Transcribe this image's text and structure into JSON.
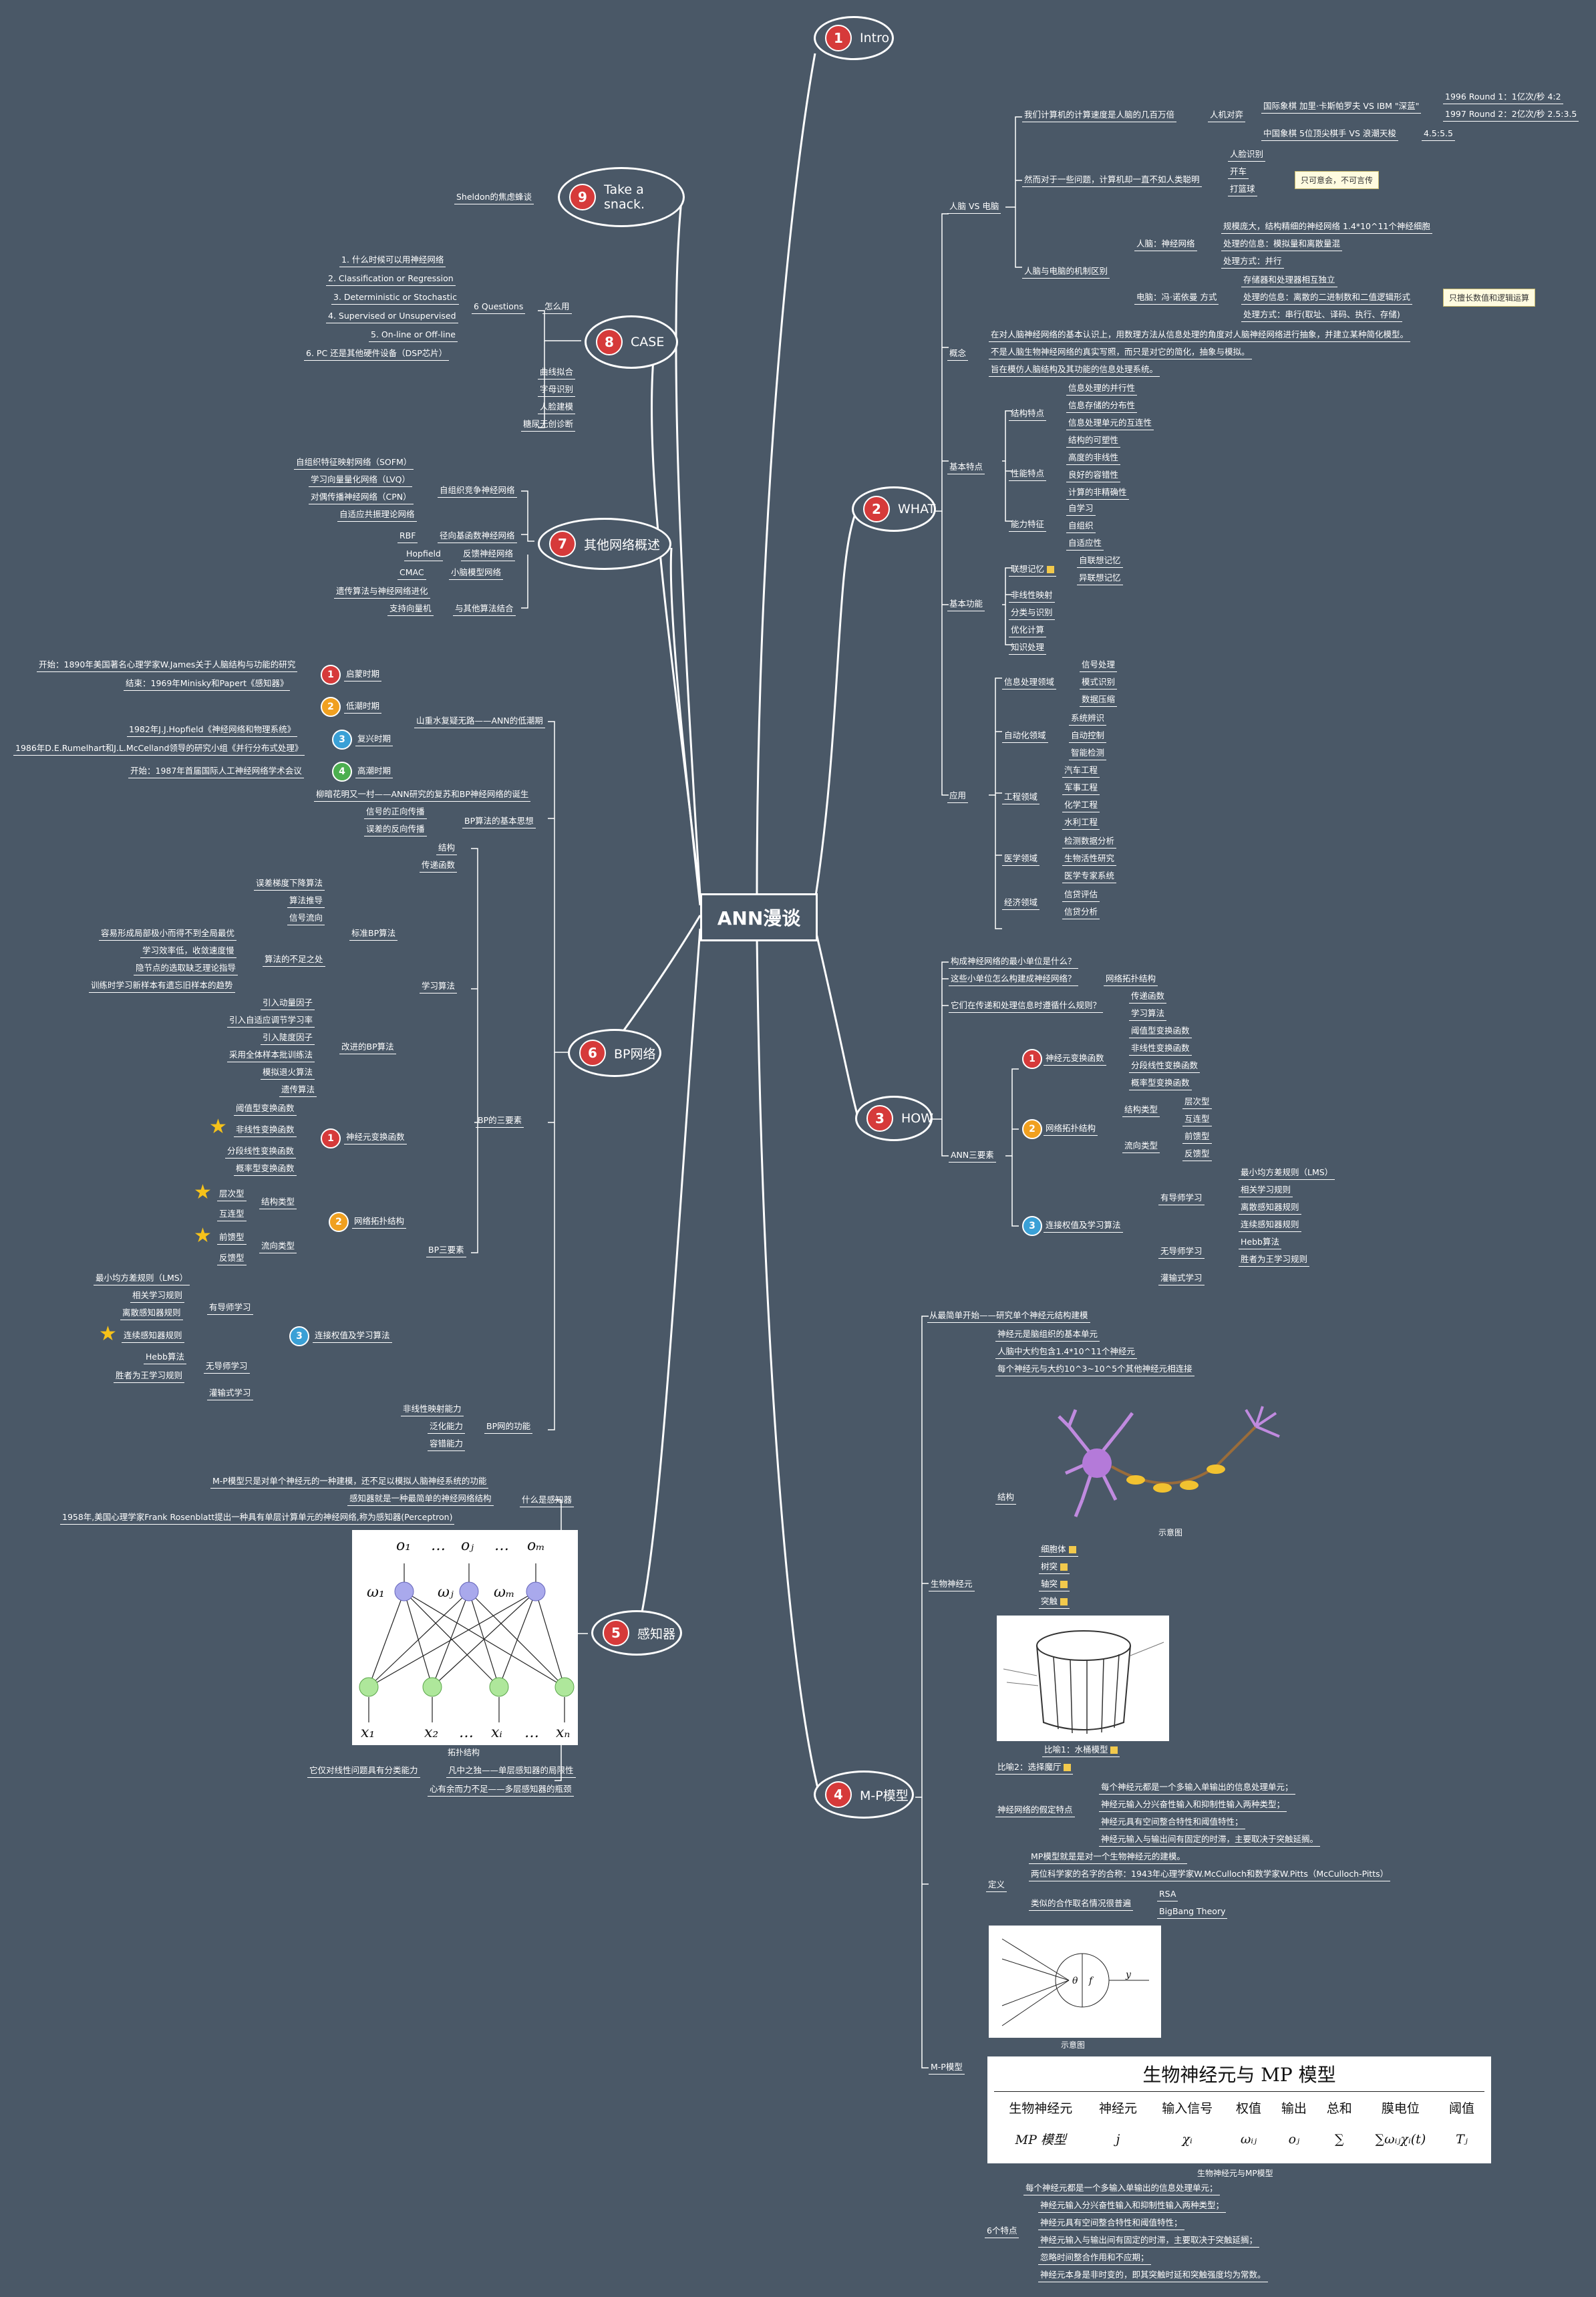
{
  "center": "ANN漫谈",
  "topics": [
    {
      "num": "1",
      "label": "Intro"
    },
    {
      "num": "2",
      "label": "WHAT"
    },
    {
      "num": "3",
      "label": "HOW"
    },
    {
      "num": "4",
      "label": "M-P模型"
    },
    {
      "num": "5",
      "label": "感知器"
    },
    {
      "num": "6",
      "label": "BP网络"
    },
    {
      "num": "7",
      "label": "其他网络概述"
    },
    {
      "num": "8",
      "label": "CASE"
    },
    {
      "num": "9",
      "label": "Take a snack."
    }
  ],
  "snack": {
    "item": "Sheldon的焦虑蜂谈"
  },
  "case": {
    "how": "怎么用",
    "q6": "6 Questions",
    "questions": [
      "1. 什么时候可以用神经网络",
      "2. Classification or Regression",
      "3. Deterministic or Stochastic",
      "4. Supervised or Unsupervised",
      "5. On-line or Off-line",
      "6. PC 还是其他硬件设备（DSP芯片）"
    ],
    "examples": [
      "曲线拟合",
      "字母识别",
      "人脸建模",
      "糖尿无创诊断"
    ]
  },
  "other": {
    "compete": "自组织竞争神经网络",
    "compete_items": [
      "自组织特征映射网络（SOFM）",
      "学习向量量化网络（LVQ）",
      "对偶传播神经网络（CPN）",
      "自适应共振理论网络"
    ],
    "rbf": "RBF",
    "rbf_l": "径向基函数神经网络",
    "hop": "Hopfield",
    "hop_l": "反馈神经网络",
    "cmac": "CMAC",
    "cmac_l": "小脑模型网络",
    "ga": "遗传算法与神经网络进化",
    "svm": "支持向量机",
    "combine": "与其他算法结合"
  },
  "history": {
    "title": "山重水复疑无路——ANN的低潮期",
    "periods": [
      "启蒙时期",
      "低潮时期",
      "复兴时期",
      "高潮时期"
    ],
    "p1": "开始：1890年美国著名心理学家W.James关于人脑结构与功能的研究",
    "p2": "结束：1969年Minisky和Papert《感知器》",
    "p3a": "1982年J.J.Hopfield《神经网络和物理系统》",
    "p3b": "1986年D.E.Rumelhart和J.L.McCelland领导的研究小组《并行分布式处理》",
    "p4": "开始：1987年首届国际人工神经网络学术会议",
    "bloom": "柳暗花明又一村——ANN研究的复苏和BP神经网络的诞生"
  },
  "bp": {
    "basic": "BP算法的基本思想",
    "fwd": "信号的正向传播",
    "bwd": "误差的反向传播",
    "elements": "BP的三要素",
    "structure": "结构",
    "transfer": "传递函数",
    "learning": "学习算法",
    "std": "标准BP算法",
    "std_items": [
      "误差梯度下降算法",
      "算法推导",
      "信号流向"
    ],
    "flaw": "算法的不足之处",
    "flaw_items": [
      "容易形成局部极小而得不到全局最优",
      "学习效率低，收敛速度慢",
      "隐节点的选取缺乏理论指导",
      "训练时学习新样本有遗忘旧样本的趋势"
    ],
    "improved": "改进的BP算法",
    "improved_items": [
      "引入动量因子",
      "引入自适应调节学习率",
      "引入陡度因子",
      "采用全体样本批训练法",
      "模拟退火算法",
      "遗传算法"
    ],
    "three": "BP三要素",
    "f1": "神经元变换函数",
    "f1_items": [
      "阈值型变换函数",
      "非线性变换函数",
      "分段线性变换函数",
      "概率型变换函数"
    ],
    "f2": "网络拓扑结构",
    "f2_struct": "结构类型",
    "f2_struct_items": [
      "层次型",
      "互连型"
    ],
    "f2_flow": "流向类型",
    "f2_flow_items": [
      "前馈型",
      "反馈型"
    ],
    "f3": "连接权值及学习算法",
    "sup": "有导师学习",
    "sup_items": [
      "最小均方差规则（LMS）",
      "相关学习规则",
      "离散感知器规则",
      "连续感知器规则"
    ],
    "unsup": "无导师学习",
    "unsup_items": [
      "Hebb算法",
      "胜者为王学习规则"
    ],
    "reinf": "灌输式学习",
    "ability": "BP网的功能",
    "ability_items": [
      "非线性映射能力",
      "泛化能力",
      "容错能力"
    ]
  },
  "perceptron": {
    "what": "什么是感知器",
    "w1": "M-P模型只是对单个神经元的一种建模，还不足以模拟人脑神经系统的功能",
    "w2": "感知器就是一种最简单的神经网络结构",
    "w3": "1958年,美国心理学家Frank Rosenblatt提出一种具有单层计算单元的神经网络,称为感知器(Perceptron)",
    "topo": "拓扑结构",
    "lim1": "它仅对线性问题具有分类能力",
    "lim1b": "凡中之独——单层感知器的局限性",
    "lim2": "心有余而力不足——多层感知器的瓶颈",
    "o": [
      "o₁",
      "…",
      "oⱼ",
      "…",
      "oₘ"
    ],
    "w": [
      "ω₁",
      "ωⱼ",
      "ωₘ"
    ],
    "x": [
      "x₁",
      "x₂",
      "…",
      "xᵢ",
      "…",
      "xₙ"
    ]
  },
  "intro": {
    "cmp": "人脑 VS 电脑",
    "speed": "我们计算机的计算速度是人脑的几百万倍",
    "chess": "人机对弈",
    "c1": "国际象棋 加里·卡斯帕罗夫 VS IBM \"深蓝\"",
    "r1": "1996 Round 1：1亿次/秒 4:2",
    "r2": "1997 Round 2：2亿次/秒 2.5:3.5",
    "c2": "中国象棋 5位顶尖棋手 VS 浪潮天梭",
    "r3": "4.5:5.5",
    "simple": "然而对于一些问题，计算机却一直不如人类聪明",
    "simple_items": [
      "人脸识别",
      "开车",
      "打篮球"
    ],
    "callout1": "只可意会，不可言传",
    "mech": "人脑与电脑的机制区别",
    "brain": "人脑：神经网络",
    "brain_items": [
      "规模庞大，结构精细的神经网络 1.4*10^11个神经细胞",
      "处理的信息：模拟量和离散量混",
      "处理方式：并行"
    ],
    "pc": "电脑：冯·诺依曼 方式",
    "pc_items": [
      "存储器和处理器相互独立",
      "处理的信息：离散的二进制数和二值逻辑形式",
      "处理方式：串行(取址、译码、执行、存储)"
    ],
    "callout2": "只擅长数值和逻辑运算"
  },
  "what": {
    "concept": "概念",
    "c_items": [
      "在对人脑神经网络的基本认识上，用数理方法从信息处理的角度对人脑神经网络进行抽象，并建立某种简化模型。",
      "不是人脑生物神经网络的真实写照，而只是对它的简化，抽象与模拟。",
      "旨在模仿人脑结构及其功能的信息处理系统。"
    ],
    "feature": "基本特点",
    "f_struct": "结构特点",
    "f_struct_items": [
      "信息处理的并行性",
      "信息存储的分布性",
      "信息处理单元的互连性",
      "结构的可塑性"
    ],
    "f_perf": "性能特点",
    "f_perf_items": [
      "高度的非线性",
      "良好的容错性",
      "计算的非精确性"
    ],
    "f_ability": "能力特征",
    "f_ability_items": [
      "自学习",
      "自组织",
      "自适应性"
    ],
    "func": "基本功能",
    "assoc": "联想记忆",
    "assoc_items": [
      "自联想记忆",
      "异联想记忆"
    ],
    "func_items": [
      "非线性映射",
      "分类与识别",
      "优化计算",
      "知识处理"
    ],
    "app": "应用",
    "a_info": "信息处理领域",
    "a_info_items": [
      "信号处理",
      "模式识别",
      "数据压缩"
    ],
    "a_auto": "自动化领域",
    "a_auto_items": [
      "系统辨识",
      "自动控制",
      "智能检测"
    ],
    "a_eng": "工程领域",
    "a_eng_items": [
      "汽车工程",
      "军事工程",
      "化学工程",
      "水利工程"
    ],
    "a_med": "医学领域",
    "a_med_items": [
      "检测数据分析",
      "生物活性研究",
      "医学专家系统"
    ],
    "a_eco": "经济领域",
    "a_eco_items": [
      "信贷评估",
      "信贷分析"
    ]
  },
  "how": {
    "q1": "构成神经网络的最小单位是什么？",
    "q2": "这些小单位怎么构建成神经网络？",
    "q2a": "网络拓扑结构",
    "q3": "它们在传递和处理信息时遵循什么规则？",
    "q3_items": [
      "传递函数",
      "学习算法"
    ],
    "three": "ANN三要素",
    "e1": "神经元变换函数",
    "e1_items": [
      "阈值型变换函数",
      "非线性变换函数",
      "分段线性变换函数",
      "概率型变换函数"
    ],
    "e2": "网络拓扑结构",
    "e2_struct": "结构类型",
    "e2_struct_items": [
      "层次型",
      "互连型"
    ],
    "e2_flow": "流向类型",
    "e2_flow_items": [
      "前馈型",
      "反馈型"
    ],
    "e3": "连接权值及学习算法",
    "sup": "有导师学习",
    "sup_items": [
      "最小均方差规则（LMS）",
      "相关学习规则",
      "离散感知器规则",
      "连续感知器规则"
    ],
    "unsup": "无导师学习",
    "unsup_items": [
      "Hebb算法",
      "胜者为王学习规则"
    ],
    "reinf": "灌输式学习"
  },
  "mp": {
    "start": "从最简单开始——研究单个神经元结构建模",
    "bio": "生物神经元",
    "bio_items": [
      "神经元是脑组织的基本单元",
      "人脑中大约包含1.4*10^11个神经元",
      "每个神经元与大约10^3~10^5个其他神经元相连接"
    ],
    "struct": "结构",
    "schematic": "示意图",
    "parts": [
      "细胞体",
      "树突",
      "轴突",
      "突触"
    ],
    "bucket": "比喻1：水桶模型",
    "bucket2": "比喻2：选择魔厅",
    "traits": "神经网络的假定特点",
    "trait_items": [
      "每个神经元都是一个多输入单输出的信息处理单元；",
      "神经元输入分兴奋性输入和抑制性输入两种类型；",
      "神经元具有空间整合特性和阈值特性；",
      "神经元输入与输出间有固定的时滞，主要取决于突触延搁。"
    ],
    "define": "定义",
    "d1": "MP模型就是是对一个生物神经元的建模。",
    "d2": "两位科学家的名字的合称：1943年心理学家W.McCulloch和数学家W.Pitts（McCulloch-Pitts）",
    "d3": "类似的合作取名情况很普遍",
    "d3_items": [
      "RSA",
      "BigBang Theory"
    ],
    "schematic2": "示意图",
    "model": "M-P模型",
    "table_title": "生物神经元与 MP 模型",
    "table_head": [
      "生物神经元",
      "神经元",
      "输入信号",
      "权值",
      "输出",
      "总和",
      "膜电位",
      "阈值"
    ],
    "table_row": [
      "MP 模型",
      "j",
      "χᵢ",
      "ωᵢⱼ",
      "oⱼ",
      "∑",
      "∑ωᵢⱼχᵢ(t)",
      "Tⱼ"
    ],
    "table_cap": "生物神经元与MP模型",
    "six": "6个特点",
    "six_items": [
      "每个神经元都是一个多输入单输出的信息处理单元；",
      "神经元输入分兴奋性输入和抑制性输入两种类型；",
      "神经元具有空间整合特性和阈值特性；",
      "神经元输入与输出间有固定的时滞，主要取决于突触延搁；",
      "忽略时间整合作用和不应期；",
      "神经元本身是非时变的，即其突触时延和突触强度均为常数。"
    ]
  },
  "colors": {
    "bg": "#4a5867",
    "line": "#ffffff",
    "badge_red": "#d63a3a",
    "badge_orange": "#f0a020",
    "badge_blue": "#3aa0d6",
    "badge_green": "#4caf50",
    "star": "#f6c21a"
  }
}
